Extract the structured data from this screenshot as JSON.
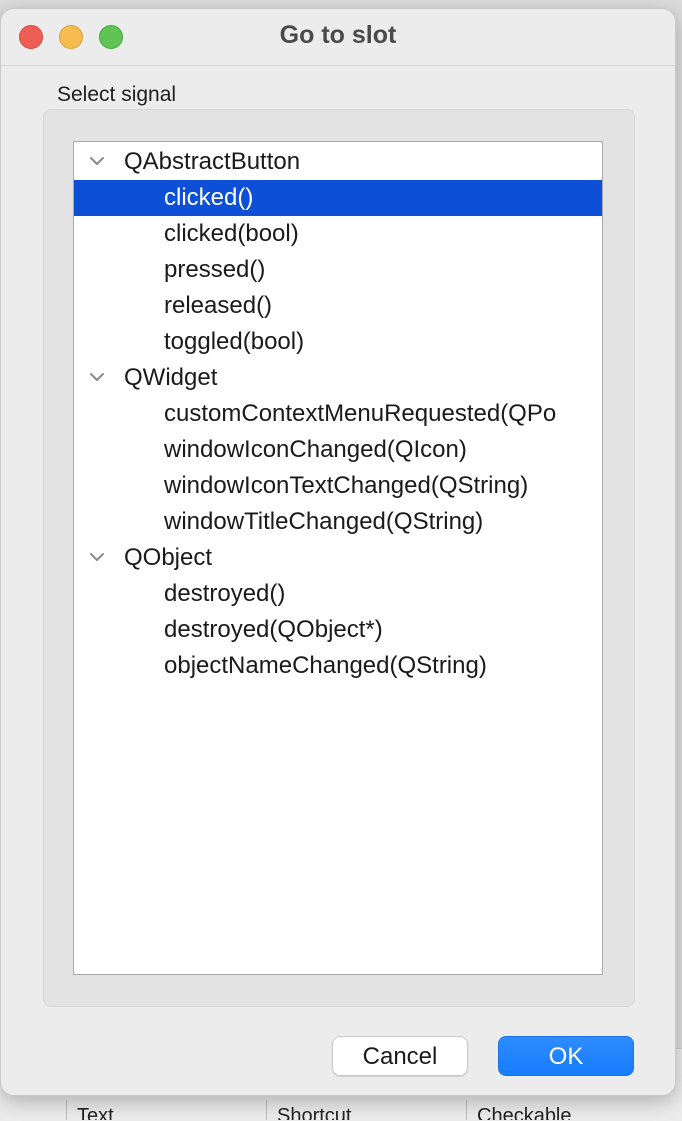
{
  "background": {
    "columns": [
      "Text",
      "Shortcut",
      "Checkable"
    ]
  },
  "dialog": {
    "title": "Go to slot",
    "section_label": "Select signal",
    "tree": [
      {
        "label": "QAbstractButton",
        "type": "group",
        "expanded": true,
        "selected": false
      },
      {
        "label": "clicked()",
        "type": "child",
        "selected": true
      },
      {
        "label": "clicked(bool)",
        "type": "child",
        "selected": false
      },
      {
        "label": "pressed()",
        "type": "child",
        "selected": false
      },
      {
        "label": "released()",
        "type": "child",
        "selected": false
      },
      {
        "label": "toggled(bool)",
        "type": "child",
        "selected": false
      },
      {
        "label": "QWidget",
        "type": "group",
        "expanded": true,
        "selected": false
      },
      {
        "label": "customContextMenuRequested(QPo",
        "type": "child",
        "selected": false
      },
      {
        "label": "windowIconChanged(QIcon)",
        "type": "child",
        "selected": false
      },
      {
        "label": "windowIconTextChanged(QString)",
        "type": "child",
        "selected": false
      },
      {
        "label": "windowTitleChanged(QString)",
        "type": "child",
        "selected": false
      },
      {
        "label": "QObject",
        "type": "group",
        "expanded": true,
        "selected": false
      },
      {
        "label": "destroyed()",
        "type": "child",
        "selected": false
      },
      {
        "label": "destroyed(QObject*)",
        "type": "child",
        "selected": false
      },
      {
        "label": "objectNameChanged(QString)",
        "type": "child",
        "selected": false
      }
    ],
    "buttons": {
      "cancel": "Cancel",
      "ok": "OK"
    }
  },
  "colors": {
    "selection": "#0d4fd6",
    "ok_button": "#157dfb",
    "close": "#ee5e55",
    "minimize": "#f5bd4f",
    "maximize": "#5fc454"
  },
  "icons": {
    "expand": "chevron-down-icon"
  }
}
